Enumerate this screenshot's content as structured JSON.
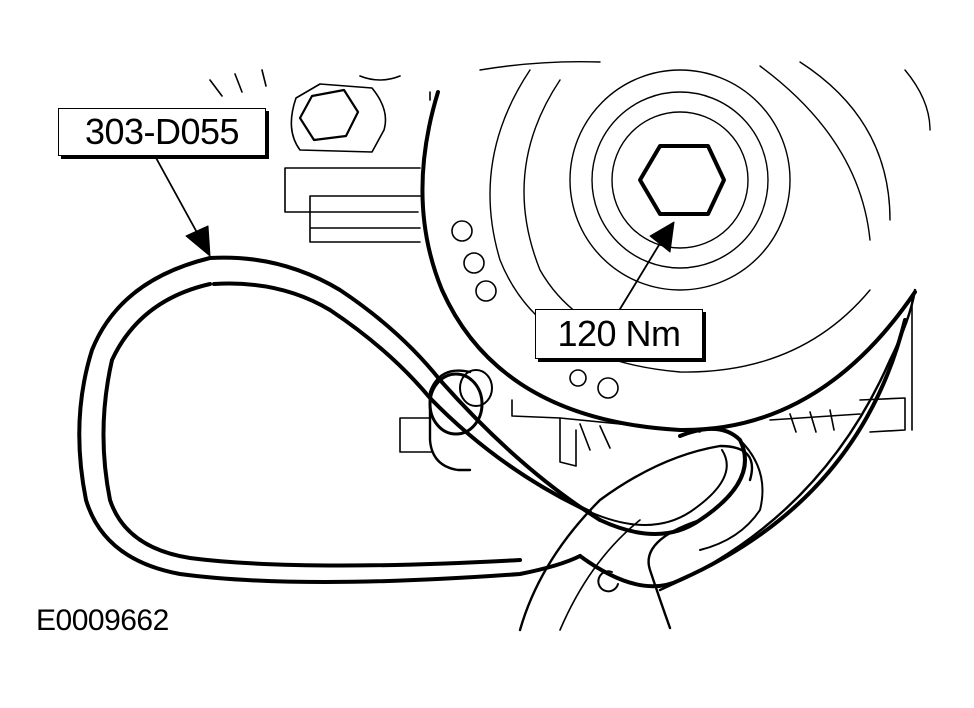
{
  "callouts": {
    "tool_number": "303-D055",
    "torque_spec": "120 Nm"
  },
  "figure_id": "E0009662",
  "colors": {
    "ink": "#000000",
    "paper": "#ffffff"
  }
}
